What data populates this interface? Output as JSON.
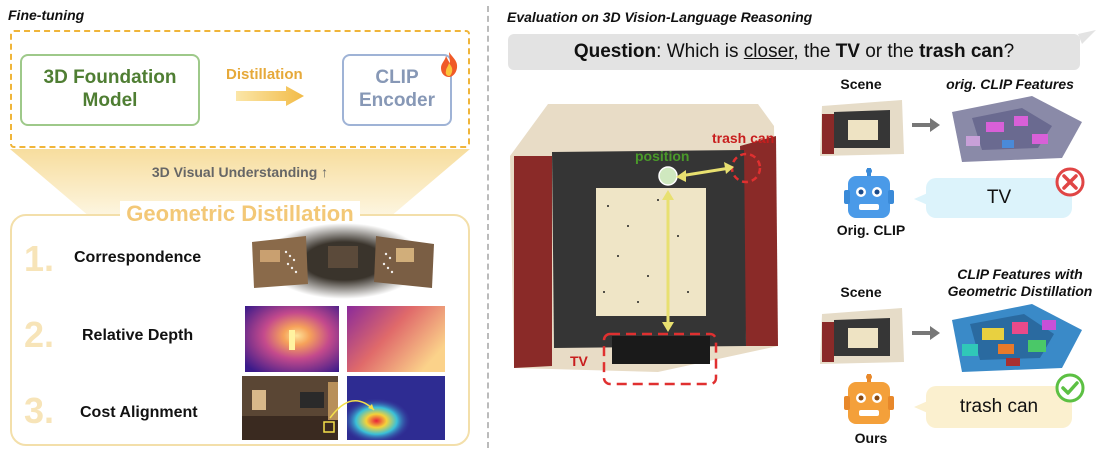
{
  "left": {
    "title": "Fine-tuning",
    "foundation_model": "3D Foundation Model",
    "distillation": "Distillation",
    "clip_encoder": "CLIP Encoder",
    "understanding": "3D Visual  Understanding ↑",
    "geo_title": "Geometric Distillation",
    "items": [
      {
        "num": "1.",
        "label": "Correspondence"
      },
      {
        "num": "2.",
        "label": "Relative Depth"
      },
      {
        "num": "3.",
        "label": "Cost Alignment"
      }
    ]
  },
  "right": {
    "title": "Evaluation on 3D Vision-Language Reasoning",
    "question": {
      "prefix": "Question",
      "p1": ": Which is ",
      "closer": "closer",
      "p2": ", the ",
      "tv": "TV",
      "p3": " or the ",
      "trash": "trash can",
      "p4": "?"
    },
    "scene_labels": {
      "position": "position",
      "trash_can": "trash can",
      "tv": "TV"
    },
    "top": {
      "scene": "Scene",
      "features": "orig. CLIP Features",
      "answer": "TV",
      "bot": "Orig. CLIP"
    },
    "bottom": {
      "scene": "Scene",
      "features_line1": "CLIP Features with",
      "features_line2": "Geometric Distillation",
      "answer": "trash can",
      "bot": "Ours"
    }
  },
  "colors": {
    "accent_orange": "#f0b53a",
    "green_text": "#4f7e33",
    "clip_blue": "#8798b6",
    "red_label": "#c81e1e",
    "position_green": "#4a9a2a",
    "wrong_red": "#e04545",
    "right_green": "#5cc043"
  }
}
